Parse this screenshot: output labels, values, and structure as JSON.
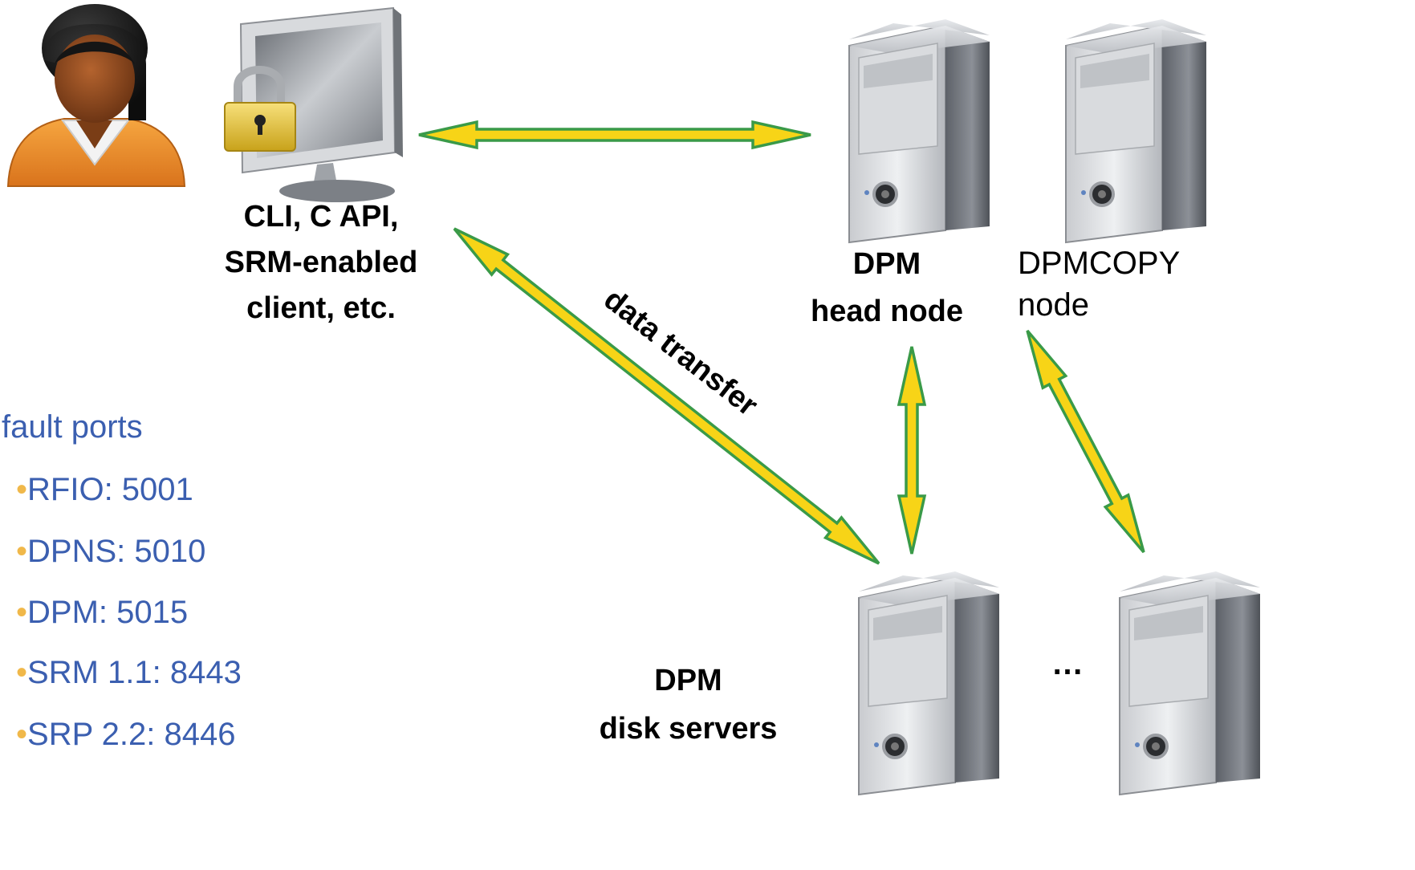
{
  "client": {
    "label_line1": "CLI, C API,",
    "label_line2": "SRM-enabled",
    "label_line3": "client, etc."
  },
  "head_node": {
    "label_line1": "DPM",
    "label_line2": "head node"
  },
  "copy_node": {
    "label_line1": "DPMCOPY",
    "label_line2": "node"
  },
  "disk_servers": {
    "label_line1": "DPM",
    "label_line2": "disk servers",
    "ellipsis": "…"
  },
  "transfer_label": "data transfer",
  "ports": {
    "heading": "fault ports",
    "bullet": "•",
    "items": [
      "RFIO: 5001",
      "DPNS: 5010",
      "DPM: 5015",
      "SRM 1.1: 8443",
      "SRP 2.2: 8446"
    ]
  },
  "colors": {
    "arrow_fill": "#f7d417",
    "arrow_stroke": "#3a9a48",
    "port_text": "#3b5fb0",
    "bullet": "#f0b84a"
  }
}
